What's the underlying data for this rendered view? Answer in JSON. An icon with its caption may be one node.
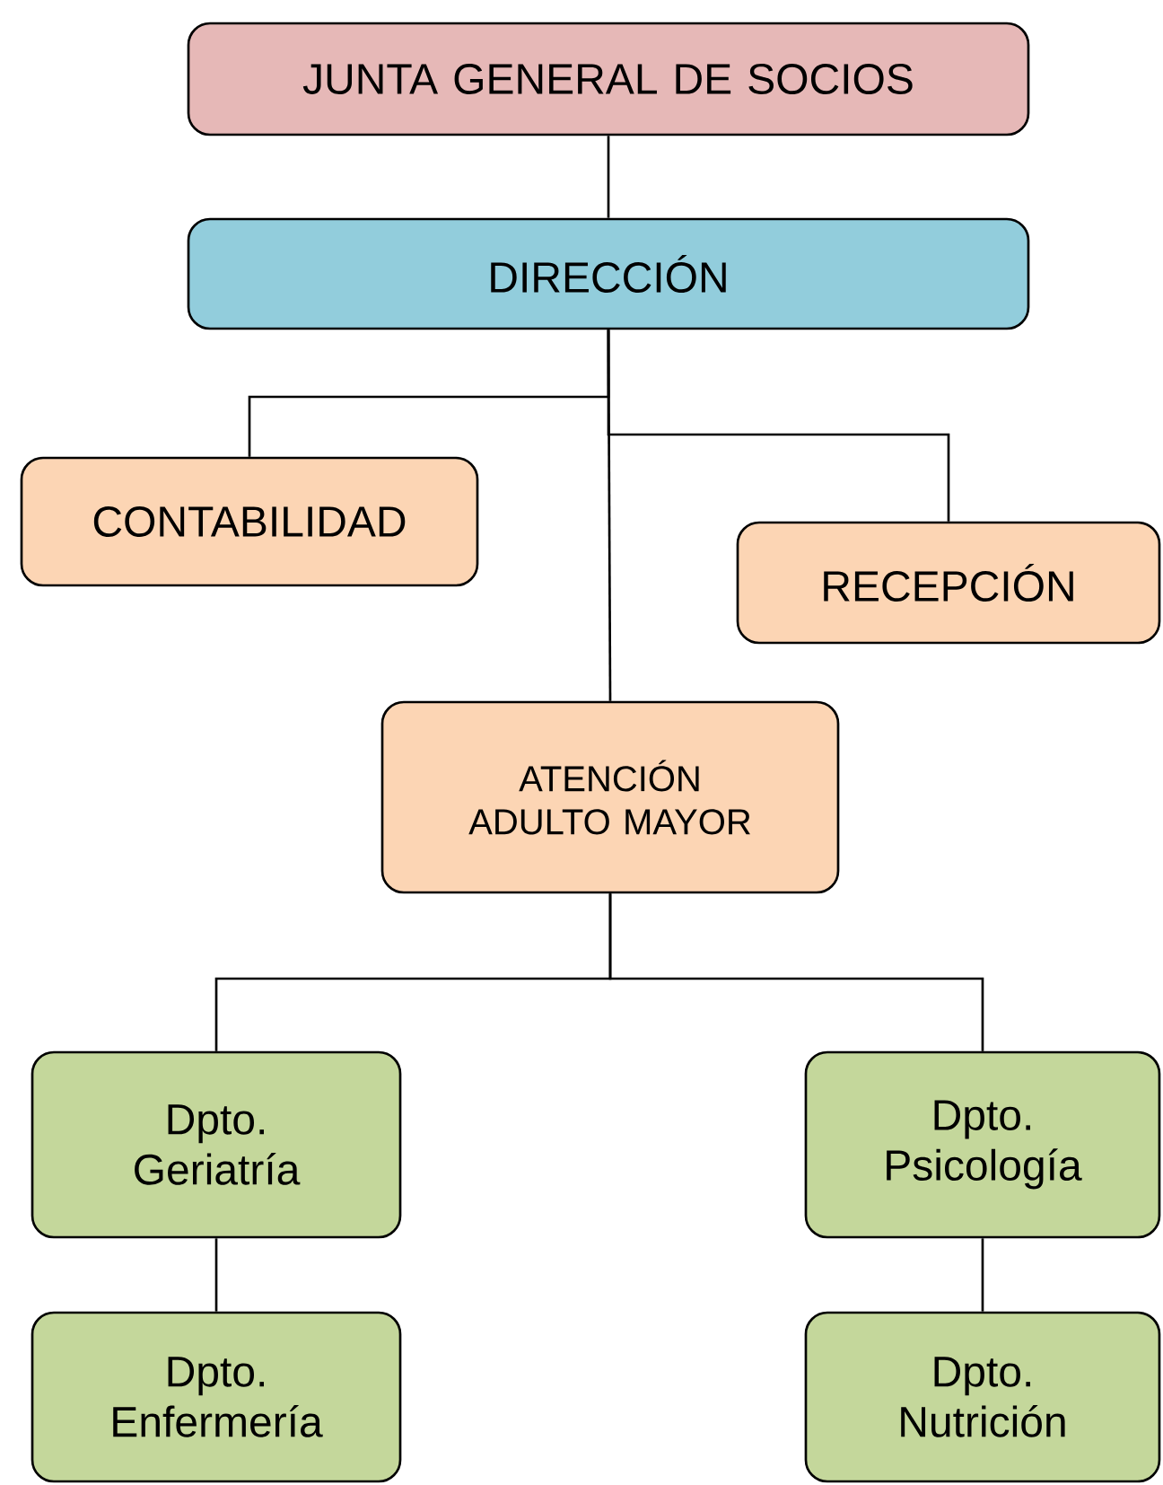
{
  "diagram": {
    "nodes": [
      {
        "text": [
          "JUNTA GENERAL DE SOCIOS"
        ]
      },
      {
        "text": [
          "DIRECCIÓN"
        ]
      },
      {
        "text": [
          "CONTABILIDAD"
        ]
      },
      {
        "text": [
          "RECEPCIÓN"
        ]
      },
      {
        "text": [
          "ATENCIÓN ADULTO MAYOR"
        ]
      },
      {
        "text": [
          "Dpto. Geriatría"
        ]
      },
      {
        "text": [
          "Dpto. Psicología"
        ]
      },
      {
        "text": [
          "Dpto. Enfermería"
        ]
      },
      {
        "text": [
          "Dpto. Nutrición"
        ]
      }
    ],
    "edges": [
      {
        "from": 0,
        "to": 1,
        "arrow": "none"
      },
      {
        "from": 1,
        "to": 2,
        "arrow": "none"
      },
      {
        "from": 1,
        "to": 3,
        "arrow": "none"
      },
      {
        "from": 1,
        "to": 4,
        "arrow": "none"
      },
      {
        "from": 4,
        "to": 5,
        "arrow": "none"
      },
      {
        "from": 4,
        "to": 6,
        "arrow": "none"
      },
      {
        "from": 5,
        "to": 7,
        "arrow": "none"
      },
      {
        "from": 6,
        "to": 8,
        "arrow": "none"
      }
    ]
  }
}
